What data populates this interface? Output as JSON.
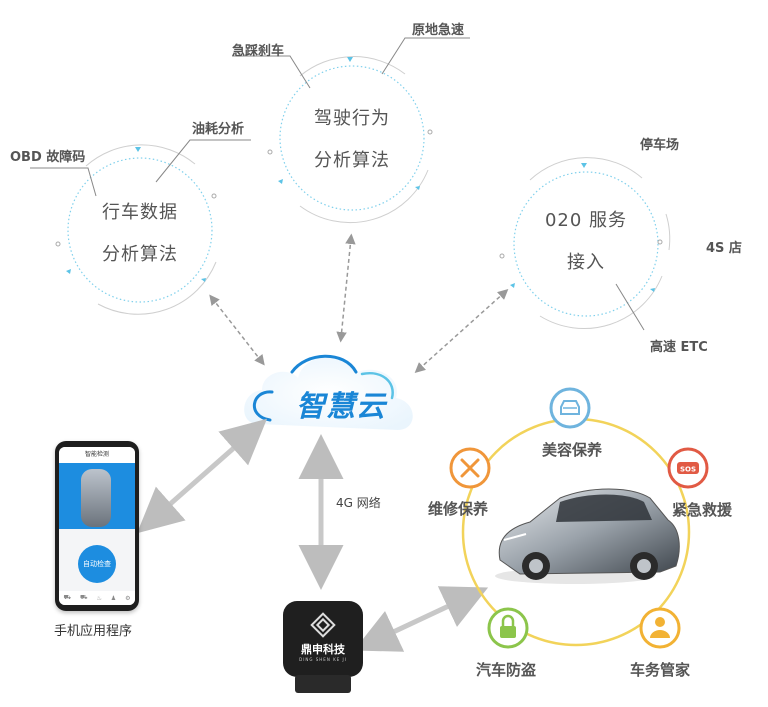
{
  "circles": {
    "driving_data": {
      "line1": "行车数据",
      "line2": "分析算法"
    },
    "driving_behavior": {
      "line1": "驾驶行为",
      "line2": "分析算法"
    },
    "o2o": {
      "line1": "020 服务",
      "line2": "接入"
    }
  },
  "callouts": {
    "obd": "OBD 故障码",
    "fuel": "油耗分析",
    "brake": "急踩刹车",
    "accel": "原地急速",
    "parking": "停车场",
    "shop4s": "4S 店",
    "etc": "高速 ETC"
  },
  "cloud": {
    "label": "智慧云"
  },
  "network_label": "4G 网络",
  "phone": {
    "caption": "手机应用程序",
    "header": "智能检测",
    "button": "自动检查",
    "tabs": [
      "⛟",
      "⛟",
      "♨",
      "♟",
      "⚙"
    ]
  },
  "device": {
    "brand": "鼎申科技",
    "pinyin": "DING SHEN KE JI"
  },
  "services": {
    "beauty": "美容保养",
    "repair": "维修保养",
    "rescue": "紧急救援",
    "antitheft": "汽车防盗",
    "steward": "车务管家"
  },
  "colors": {
    "ring_tick": "#5cc3e6",
    "arrow": "#bbbbbb",
    "cloud_blue": "#1a86d6",
    "service_ring": "#f2d35a",
    "beauty": "#6fb4de",
    "repair": "#f0963a",
    "rescue": "#e15a44",
    "antitheft": "#8cc54b",
    "steward": "#f2b234"
  }
}
